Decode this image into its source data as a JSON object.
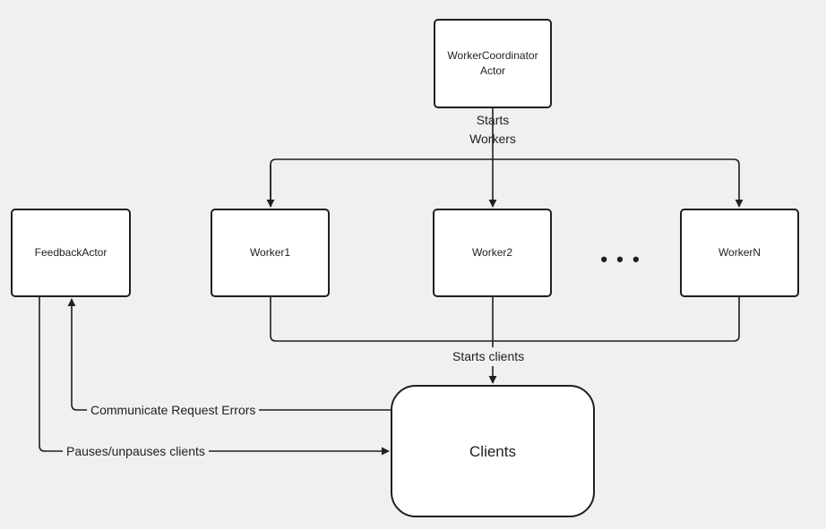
{
  "nodes": {
    "coordinator": {
      "line1": "WorkerCoordinator",
      "line2": "Actor"
    },
    "feedback": {
      "label": "FeedbackActor"
    },
    "worker1": {
      "label": "Worker1"
    },
    "worker2": {
      "label": "Worker2"
    },
    "workerN": {
      "label": "WorkerN"
    },
    "clients": {
      "label": "Clients"
    }
  },
  "ellipsis": "• • •",
  "edges": {
    "starts_workers": {
      "line1": "Starts",
      "line2": "Workers"
    },
    "starts_clients": "Starts clients",
    "request_errors": "Communicate Request Errors",
    "pauses": "Pauses/unpauses clients"
  },
  "colors": {
    "background": "#f0f0f0",
    "stroke": "#1f1f1f",
    "node_fill": "#ffffff"
  }
}
